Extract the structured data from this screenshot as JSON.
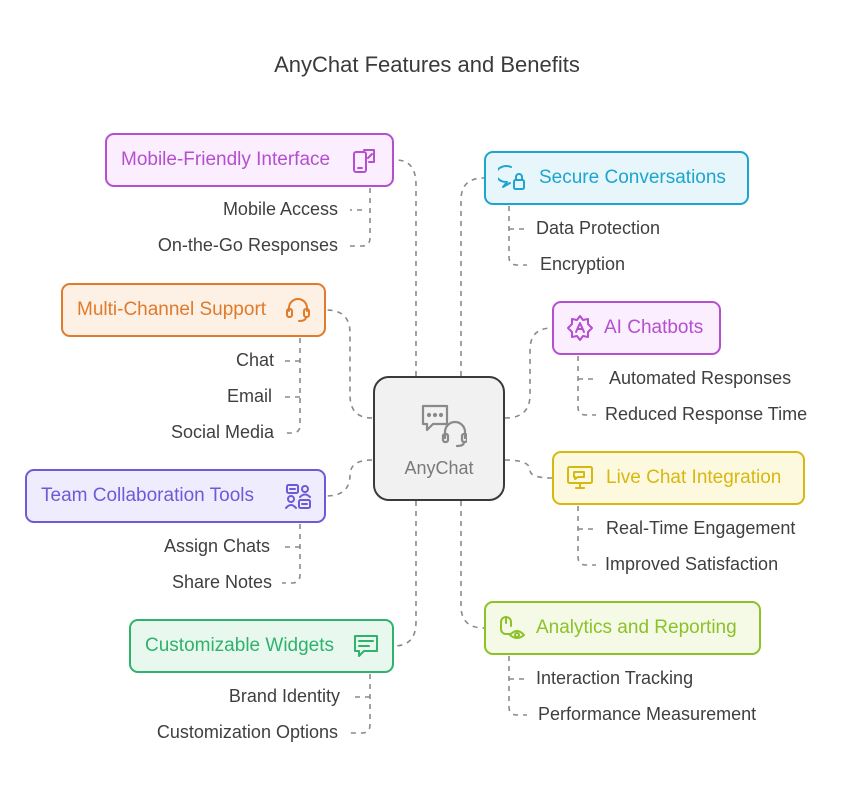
{
  "title": "AnyChat Features and Benefits",
  "center": {
    "label": "AnyChat",
    "icon": "chat-support-icon"
  },
  "branches": [
    {
      "id": "mobile",
      "label": "Mobile-Friendly Interface",
      "icon": "mobile-touch-icon",
      "color": "#b44fd1",
      "fill": "#fbeefe",
      "items": [
        "Mobile Access",
        "On-the-Go Responses"
      ]
    },
    {
      "id": "multichannel",
      "label": "Multi-Channel Support",
      "icon": "headset-icon",
      "color": "#e07b2b",
      "fill": "#fdf0e5",
      "items": [
        "Chat",
        "Email",
        "Social Media"
      ]
    },
    {
      "id": "team",
      "label": "Team Collaboration Tools",
      "icon": "team-collaboration-icon",
      "color": "#6c5bd8",
      "fill": "#efedfd",
      "items": [
        "Assign Chats",
        "Share Notes"
      ]
    },
    {
      "id": "widgets",
      "label": "Customizable Widgets",
      "icon": "chat-widget-icon",
      "color": "#2fb26b",
      "fill": "#e9f8ef",
      "items": [
        "Brand Identity",
        "Customization Options"
      ]
    },
    {
      "id": "secure",
      "label": "Secure Conversations",
      "icon": "secure-chat-icon",
      "color": "#1da5cf",
      "fill": "#e6f6fb",
      "items": [
        "Data Protection",
        "Encryption"
      ]
    },
    {
      "id": "ai",
      "label": "AI Chatbots",
      "icon": "ai-bot-icon",
      "color": "#b44fd1",
      "fill": "#fbeefe",
      "items": [
        "Automated Responses",
        "Reduced Response Time"
      ]
    },
    {
      "id": "live",
      "label": "Live Chat Integration",
      "icon": "live-chat-screen-icon",
      "color": "#d7b811",
      "fill": "#fdf9df",
      "items": [
        "Real-Time Engagement",
        "Improved Satisfaction"
      ]
    },
    {
      "id": "analytics",
      "label": "Analytics and Reporting",
      "icon": "analytics-mouse-eye-icon",
      "color": "#8cc228",
      "fill": "#f4fae6",
      "items": [
        "Interaction Tracking",
        "Performance Measurement"
      ]
    }
  ]
}
